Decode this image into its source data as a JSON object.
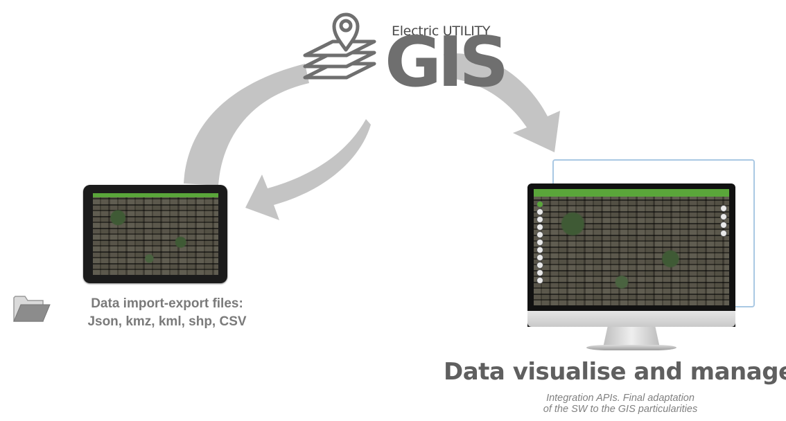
{
  "logo": {
    "subtitle": "Electric UTILITY",
    "title": "GIS",
    "icon": "map-pin-layers-icon"
  },
  "tablet": {
    "device": "rugged-tablet",
    "app_bar_color": "#5aa63a"
  },
  "import": {
    "icon": "folder-icon",
    "line1": "Data import-export files:",
    "line2": "Json, kmz, kml, shp, CSV"
  },
  "monitor": {
    "app_bar_color": "#5aa63a",
    "frame_color": "#a9c8e3"
  },
  "visualise": {
    "title": "Data visualise and manage",
    "line1": "Integration APIs. Final adaptation",
    "line2": "of the SW to the GIS particularities"
  },
  "colors": {
    "arrow": "#c4c4c4",
    "logo": "#6f6f6f",
    "text_gray": "#7a7a7a"
  }
}
